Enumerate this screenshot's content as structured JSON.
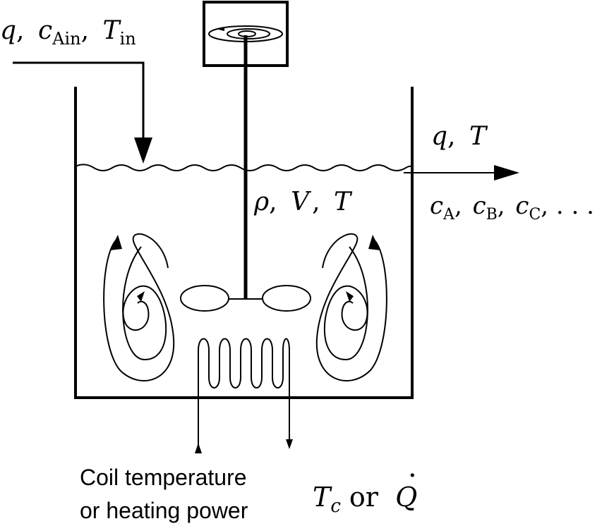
{
  "labels": {
    "inlet": {
      "q": "q",
      "comma1": ",",
      "c": "c",
      "c_sub": "Ain",
      "comma2": ",",
      "T": "T",
      "T_sub": "in"
    },
    "outlet_top": {
      "q": "q",
      "comma": ",",
      "T": "T"
    },
    "outlet_conc": {
      "cA": "c",
      "cA_sub": "A",
      "comma1": ",",
      "cB": "c",
      "cB_sub": "B",
      "comma2": ",",
      "cC": "c",
      "cC_sub": "C",
      "tail": ", . . ."
    },
    "tank_state": {
      "rho": "ρ",
      "comma1": ",",
      "V": "V",
      "comma2": ",",
      "T": "T"
    },
    "coil_caption": {
      "line1": "Coil temperature",
      "line2": "or heating power"
    },
    "coil_symbol": {
      "Tc": "T",
      "Tc_sub": "c",
      "or": "or",
      "Q": "Q",
      "Q_dot": "·"
    }
  },
  "colors": {
    "stroke": "#000000",
    "background": "#ffffff"
  }
}
